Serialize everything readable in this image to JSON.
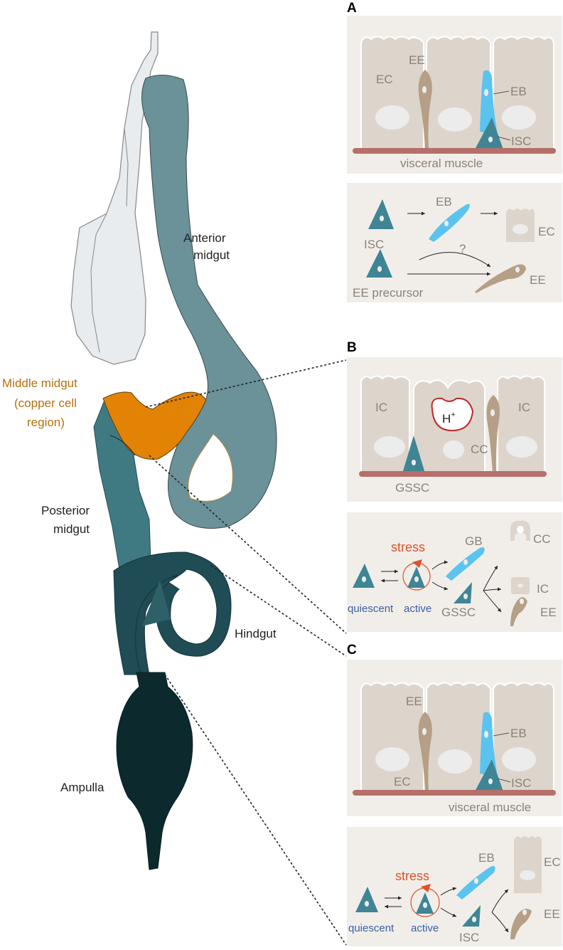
{
  "gut_labels": {
    "anterior": [
      "Anterior",
      "midgut"
    ],
    "middle": [
      "Middle midgut",
      "(copper cell",
      "region)"
    ],
    "posterior": [
      "Posterior",
      "midgut"
    ],
    "hindgut": "Hindgut",
    "ampulla": "Ampulla"
  },
  "panel_A": {
    "letter": "A",
    "tissue": {
      "ec": "EC",
      "ee": "EE",
      "eb": "EB",
      "isc": "ISC",
      "muscle": "visceral muscle"
    },
    "lineage": {
      "isc": "ISC",
      "eb": "EB",
      "ec": "EC",
      "ee": "EE",
      "ee_precursor": "EE precursor",
      "question": "?"
    }
  },
  "panel_B": {
    "letter": "B",
    "tissue": {
      "ic_left": "IC",
      "ic_right": "IC",
      "h": "H",
      "h_sup": "+",
      "cc": "CC",
      "gssc": "GSSC"
    },
    "lineage": {
      "stress": "stress",
      "quiescent": "quiescent",
      "active": "active",
      "gb": "GB",
      "gssc": "GSSC",
      "cc": "CC",
      "ic": "IC",
      "ee": "EE"
    }
  },
  "panel_C": {
    "letter": "C",
    "tissue": {
      "ee": "EE",
      "ec": "EC",
      "eb": "EB",
      "isc": "ISC",
      "muscle": "visceral muscle"
    },
    "lineage": {
      "stress": "stress",
      "quiescent": "quiescent",
      "active": "active",
      "eb": "EB",
      "isc": "ISC",
      "ec": "EC",
      "ee": "EE"
    }
  }
}
